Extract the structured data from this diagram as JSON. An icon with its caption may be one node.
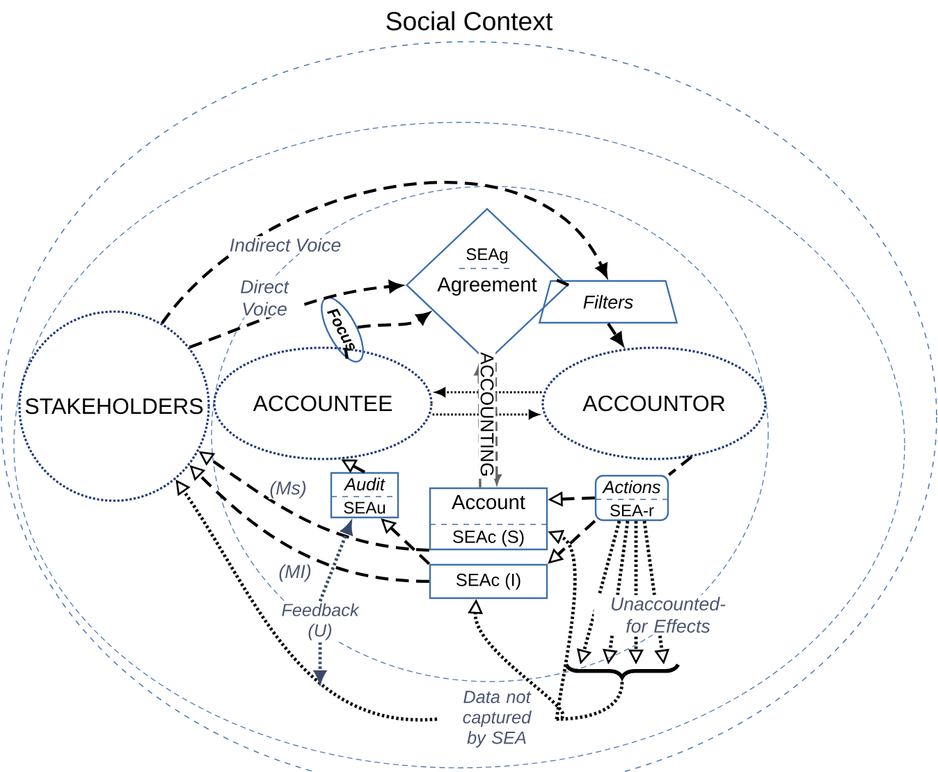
{
  "diagram": {
    "title": "Social Context",
    "nodes": [
      {
        "text": [
          "STAKEHOLDERS"
        ]
      },
      {
        "text": [
          "ACCOUNTEE"
        ]
      },
      {
        "text": [
          "ACCOUNTOR"
        ]
      },
      {
        "text": [
          "SEAg",
          "Agreement"
        ]
      },
      {
        "text": [
          "Focus"
        ]
      },
      {
        "text": [
          "Filters"
        ]
      },
      {
        "text": [
          "Account",
          "SEAc (S)"
        ]
      },
      {
        "text": [
          "SEAc (I)"
        ]
      },
      {
        "text": [
          "Audit",
          "SEAu"
        ]
      },
      {
        "text": [
          "Actions",
          "SEA-r"
        ]
      },
      {
        "text": [],
        "shape": "brace"
      },
      {
        "text": [
          "Data not captured by SEA"
        ]
      },
      {
        "text": [
          "Feedback (U)"
        ]
      }
    ],
    "edges": [
      {
        "from": 0,
        "to": 5,
        "arrow": "to",
        "style": "dashed",
        "label": "Indirect Voice"
      },
      {
        "from": 0,
        "to": 3,
        "arrow": "to",
        "style": "dashed",
        "label": "Direct Voice"
      },
      {
        "from": 1,
        "to": 4,
        "arrow": "none",
        "style": "dashed"
      },
      {
        "from": 4,
        "to": 3,
        "arrow": "to",
        "style": "dashed"
      },
      {
        "from": 3,
        "to": 5,
        "arrow": "none",
        "style": "dashed"
      },
      {
        "from": 5,
        "to": 2,
        "arrow": "to",
        "style": "dashed"
      },
      {
        "from": 1,
        "to": 2,
        "arrow": "to"
      },
      {
        "from": 2,
        "to": 1,
        "arrow": "to"
      },
      {
        "from": 6,
        "to": 3,
        "arrow": "to",
        "style": "dashed",
        "color": "#666666",
        "label": "ACCOUNTING"
      },
      {
        "from": 3,
        "to": 6,
        "arrow": "to",
        "style": "dashed",
        "color": "#666666"
      },
      {
        "from": 2,
        "to": 9,
        "arrow": "none",
        "style": "dashed"
      },
      {
        "from": 9,
        "to": 6,
        "arrow": "to",
        "style": "dashed"
      },
      {
        "from": 9,
        "to": 7,
        "arrow": "to",
        "style": "dashed"
      },
      {
        "from": 6,
        "to": 0,
        "arrow": "to",
        "style": "dashed"
      },
      {
        "from": 7,
        "to": 0,
        "arrow": "to",
        "style": "dashed"
      },
      {
        "from": 7,
        "to": 8,
        "arrow": "to",
        "style": "dashed"
      },
      {
        "from": 8,
        "to": 1,
        "arrow": "to",
        "style": "dashed"
      },
      {
        "from": 11,
        "to": 0,
        "arrow": "to"
      },
      {
        "from": 11,
        "to": 7,
        "arrow": "to"
      },
      {
        "from": 11,
        "to": 6,
        "arrow": "to"
      },
      {
        "from": 9,
        "to": 10,
        "arrow": "to",
        "label": "Unaccounted-for Effects"
      },
      {
        "from": 9,
        "to": 10,
        "arrow": "to"
      },
      {
        "from": 9,
        "to": 10,
        "arrow": "to"
      },
      {
        "from": 9,
        "to": 10,
        "arrow": "to"
      },
      {
        "from": 10,
        "to": 11,
        "arrow": "none"
      },
      {
        "from": 12,
        "to": 8,
        "arrow": "to",
        "color": "#3a4a6a"
      },
      {
        "from": 12,
        "to": null,
        "arrow": "to",
        "color": "#3a4a6a"
      }
    ],
    "labels": [
      "(Ms)",
      "(MI)"
    ]
  }
}
